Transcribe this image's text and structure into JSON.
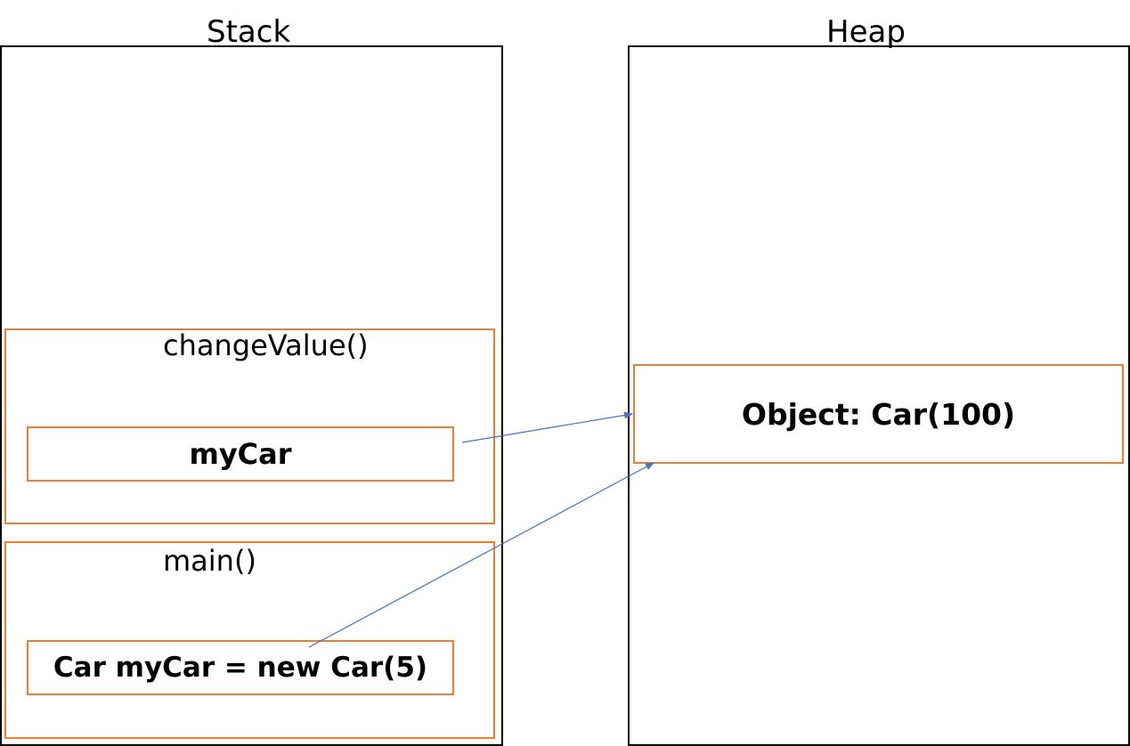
{
  "stack": {
    "title": "Stack"
  },
  "heap": {
    "title": "Heap"
  },
  "frames": {
    "change_value": {
      "label": "changeValue()",
      "variable": "myCar"
    },
    "main": {
      "label": "main()",
      "variable": "Car myCar = new Car(5)"
    }
  },
  "heap_object": {
    "label": "Object: Car(100)"
  },
  "colors": {
    "frame_border": "#ED7D31",
    "arrow": "#4472C4",
    "region_border": "#000000"
  }
}
